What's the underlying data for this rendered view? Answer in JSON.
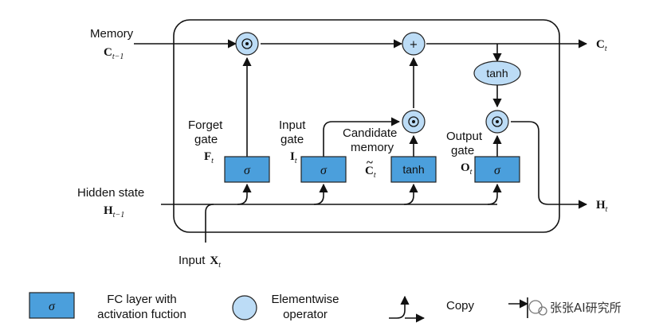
{
  "inputs": {
    "memory_label": "Memory",
    "memory_sym": "C",
    "memory_sub": "t−1",
    "hidden_label": "Hidden state",
    "hidden_sym": "H",
    "hidden_sub": "t−1",
    "input_label": "Input",
    "input_sym": "X",
    "input_sub": "t"
  },
  "outputs": {
    "c_sym": "C",
    "c_sub": "t",
    "h_sym": "H",
    "h_sub": "t"
  },
  "gates": {
    "forget_line1": "Forget",
    "forget_line2": "gate",
    "forget_sym": "F",
    "forget_sub": "t",
    "input_line1": "Input",
    "input_line2": "gate",
    "input_sym": "I",
    "input_sub": "t",
    "candidate_line1": "Candidate",
    "candidate_line2": "memory",
    "candidate_sym": "C",
    "candidate_tilde": "~",
    "candidate_sub": "t",
    "output_line1": "Output",
    "output_line2": "gate",
    "output_sym": "O",
    "output_sub": "t"
  },
  "symbols": {
    "sigma": "σ",
    "tanh": "tanh",
    "mult": "⊙",
    "plus": "+"
  },
  "legend": {
    "fc_line1": "FC layer with",
    "fc_line2": "activation fuction",
    "op_line1": "Elementwise",
    "op_line2": "operator",
    "copy": "Copy"
  },
  "watermark": "张张AI研究所",
  "colors": {
    "gate_fill": "#4b9fdc",
    "operator_fill": "#bcdcf6"
  }
}
